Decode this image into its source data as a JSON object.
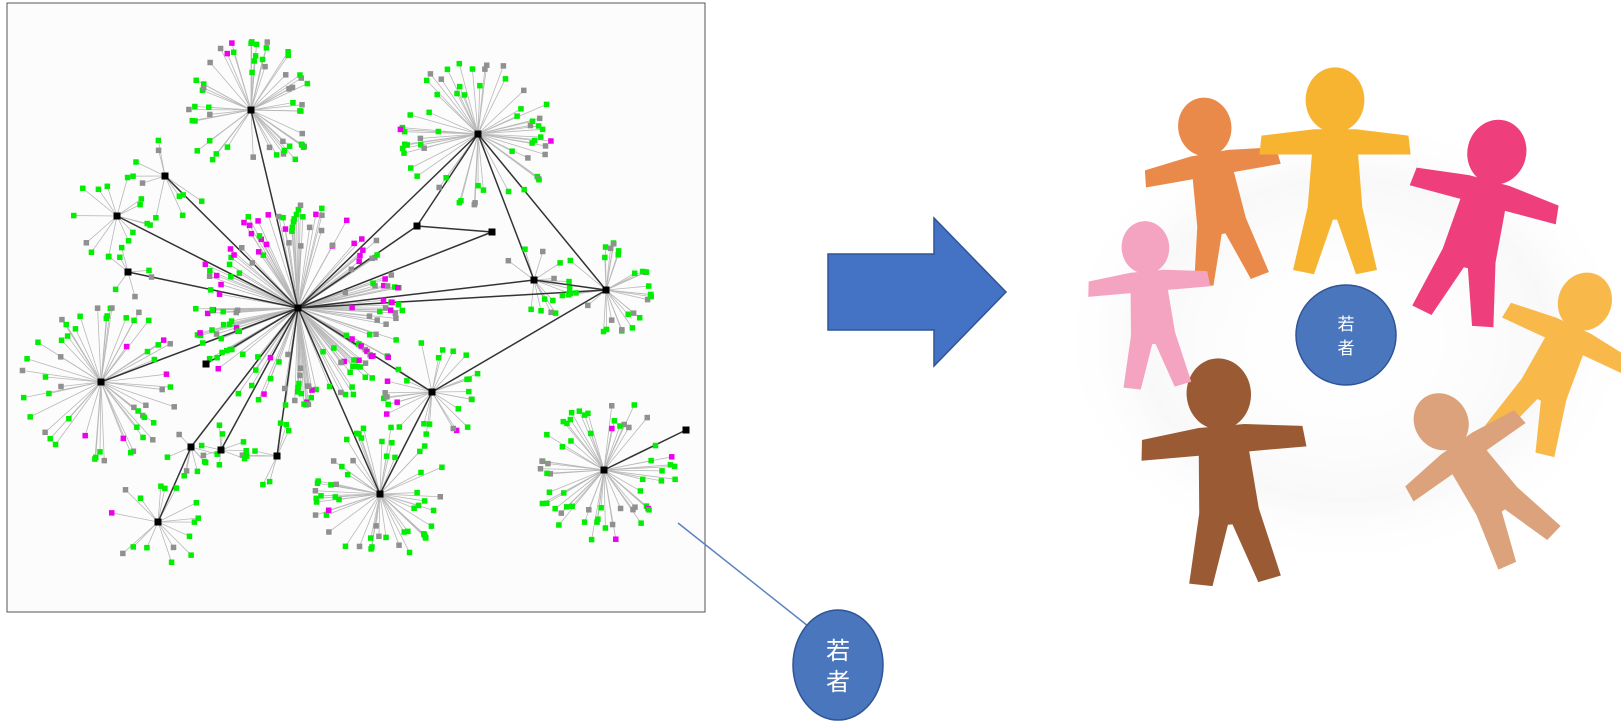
{
  "callout": {
    "line1": "若",
    "line2": "者"
  },
  "center_badge": {
    "line1": "若",
    "line2": "者"
  },
  "colors": {
    "node_green": "#00ee00",
    "node_gray": "#909090",
    "node_magenta": "#ee00ee",
    "hub": "#000000",
    "arrow": "#4472c4",
    "badge": "#4a76bd",
    "callout_line": "#5b83be"
  },
  "icons": [
    "network-graph",
    "right-arrow-icon",
    "paper-people-circle"
  ]
}
